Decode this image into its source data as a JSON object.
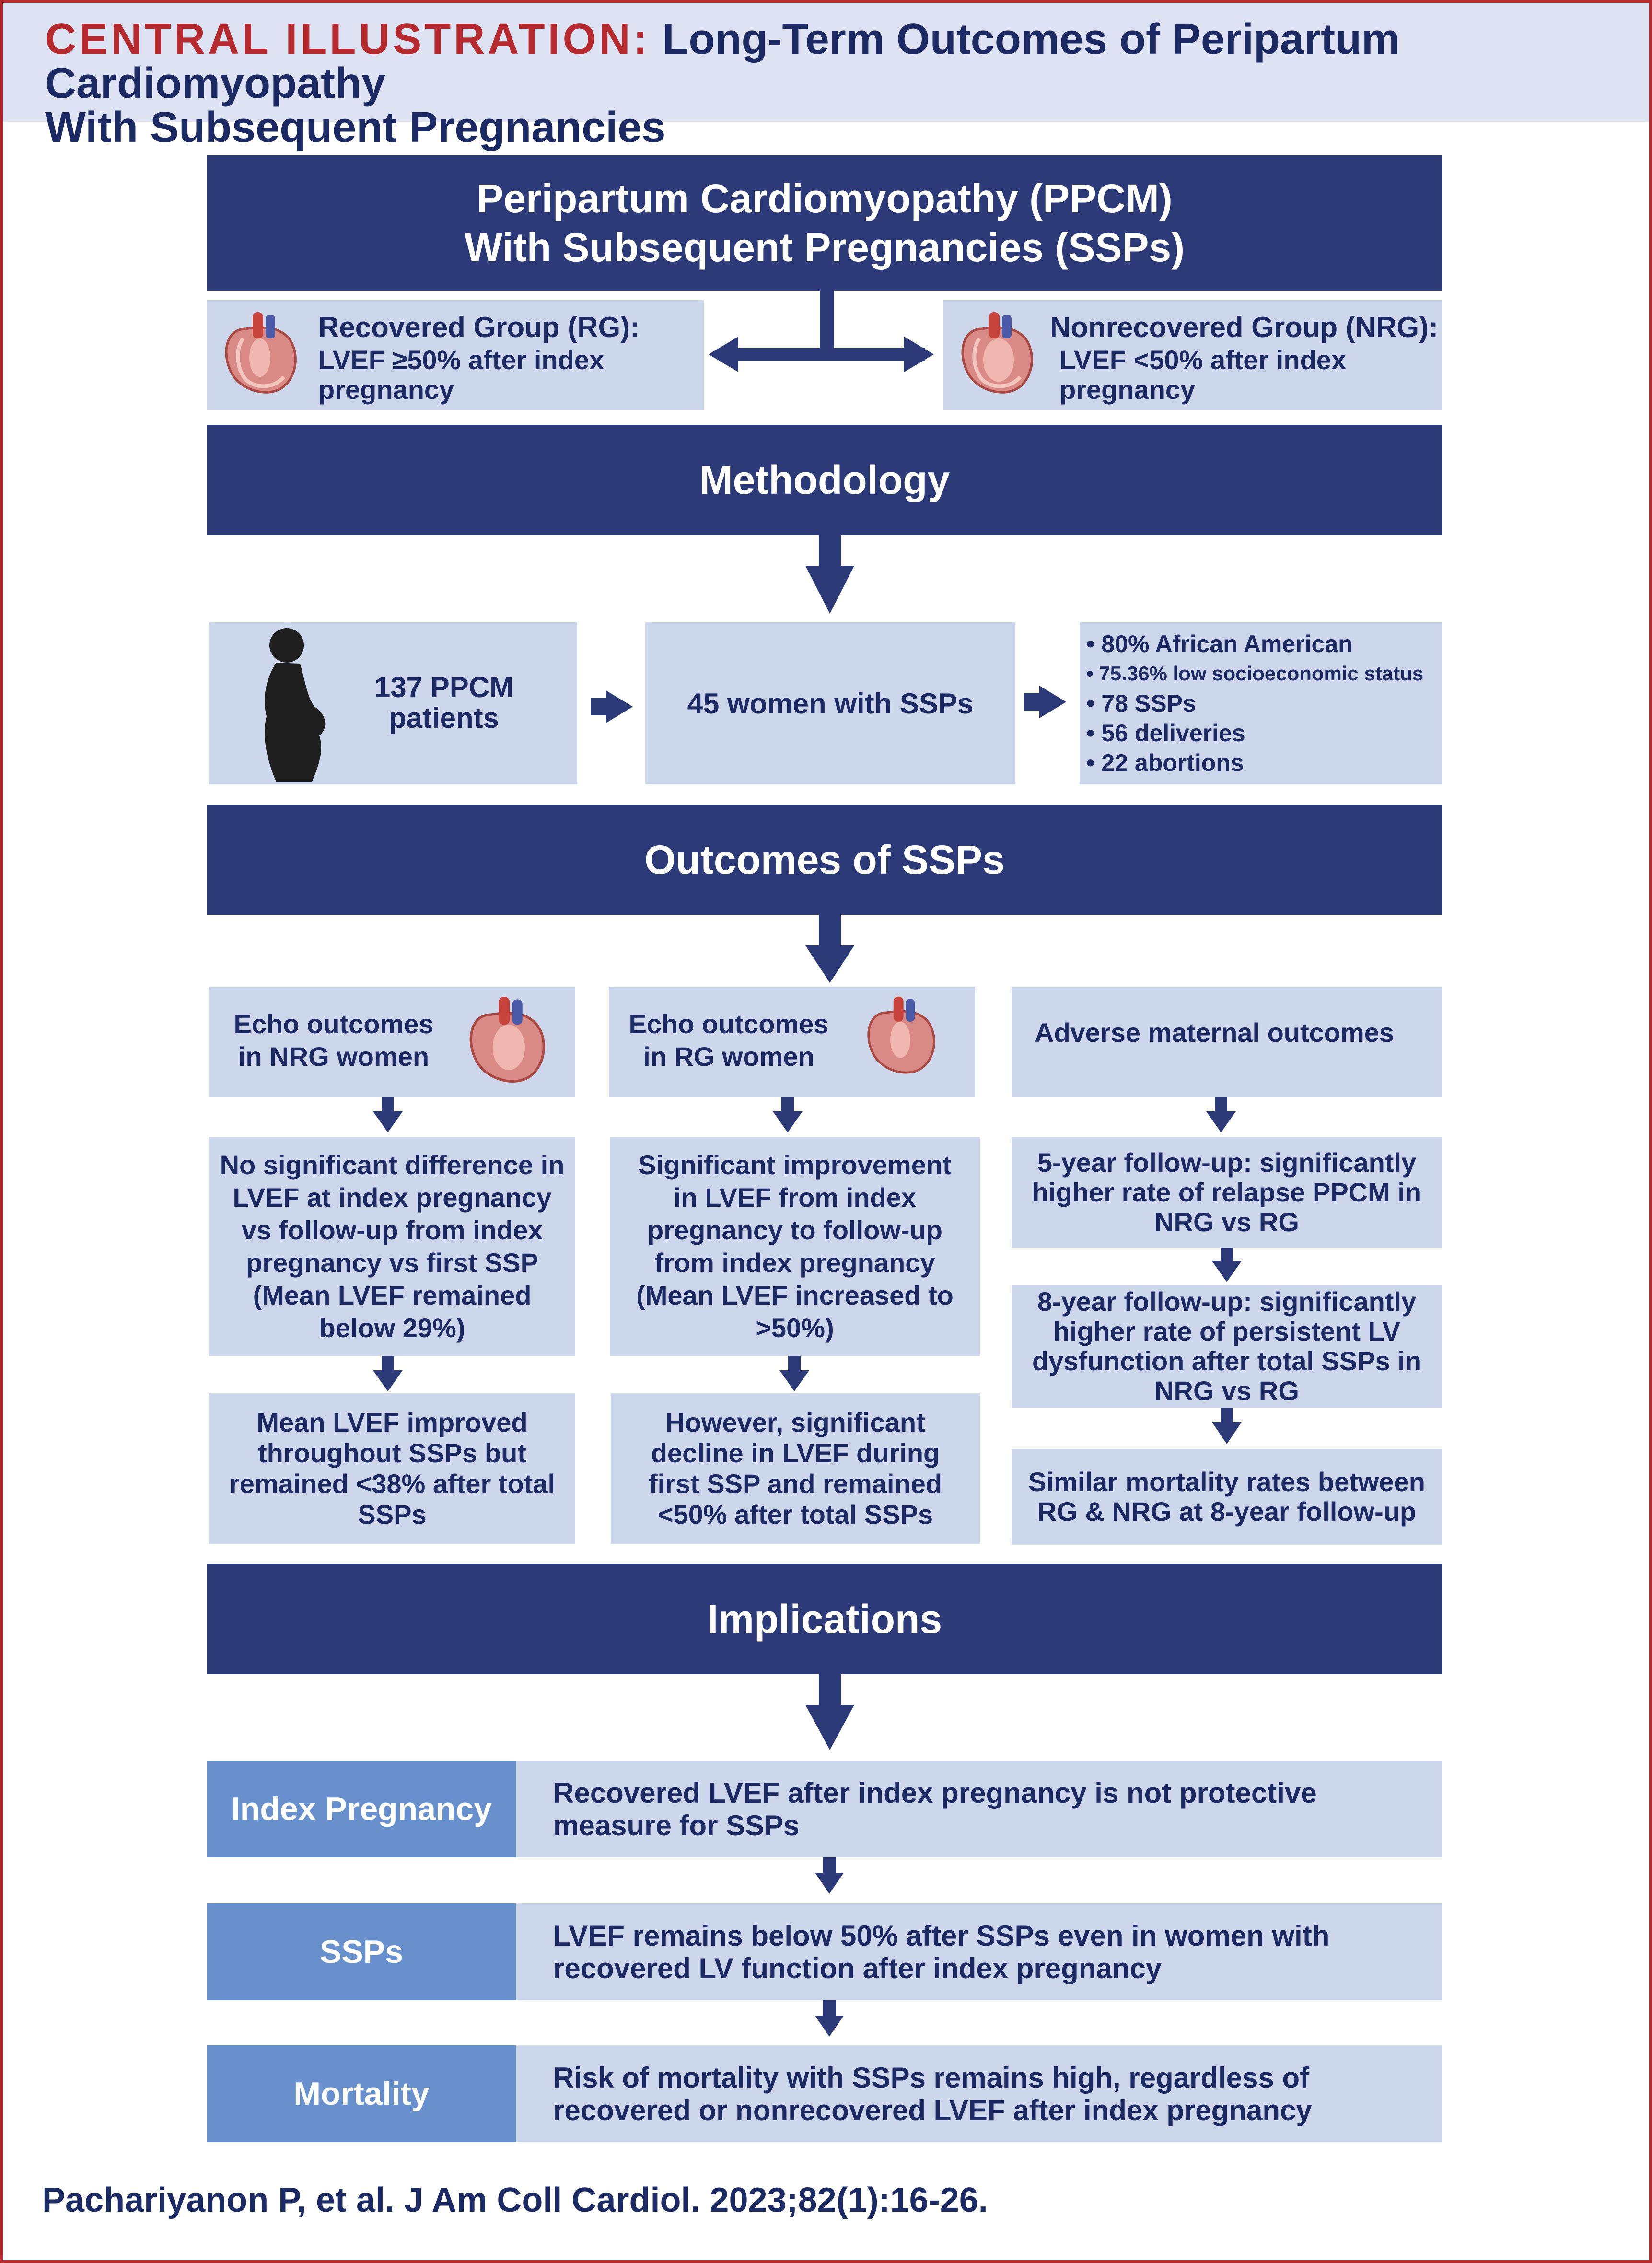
{
  "header": {
    "label": "CENTRAL ILLUSTRATION:",
    "title_line1": "Long-Term Outcomes of Peripartum Cardiomyopathy",
    "title_line2": "With Subsequent Pregnancies"
  },
  "top": {
    "title": "Peripartum Cardiomyopathy (PPCM) With Subsequent Pregnancies (SSPs)",
    "recovered": {
      "name": "Recovered Group (RG):",
      "desc": "LVEF ≥50% after index pregnancy"
    },
    "nonrecovered": {
      "name": "Nonrecovered Group (NRG):",
      "desc": "LVEF <50% after index pregnancy"
    }
  },
  "methodology": {
    "title": "Methodology",
    "patients": "137 PPCM patients",
    "women": "45 women with SSPs",
    "stats": [
      "80% African American",
      "75.36% low socioeconomic status",
      "78 SSPs",
      "56 deliveries",
      "22 abortions"
    ]
  },
  "outcomes": {
    "title": "Outcomes of SSPs",
    "col1": {
      "head": "Echo outcomes in NRG women",
      "box1": "No significant difference in LVEF at index pregnancy vs follow-up from index pregnancy vs first SSP (Mean LVEF remained below 29%)",
      "box2": "Mean LVEF improved throughout SSPs but remained <38% after total SSPs"
    },
    "col2": {
      "head": "Echo outcomes in RG women",
      "box1": "Significant improvement in LVEF from index pregnancy to follow-up from index pregnancy (Mean LVEF increased to >50%)",
      "box2": "However, significant decline in LVEF during first SSP and remained <50% after total SSPs"
    },
    "col3": {
      "head": "Adverse maternal outcomes",
      "box1": "5-year follow-up: significantly higher rate of relapse PPCM in NRG vs RG",
      "box2": "8-year follow-up: significantly higher rate of persistent LV dysfunction after total SSPs in NRG vs RG",
      "box3": "Similar mortality rates between RG & NRG at 8-year follow-up"
    }
  },
  "implications": {
    "title": "Implications",
    "rows": [
      {
        "label": "Index Pregnancy",
        "text": "Recovered LVEF after index pregnancy is not protective measure for SSPs"
      },
      {
        "label": "SSPs",
        "text": "LVEF remains below 50% after SSPs even in women with recovered LV function after index pregnancy"
      },
      {
        "label": "Mortality",
        "text": "Risk of mortality with SSPs remains high, regardless of recovered or nonrecovered LVEF after index pregnancy"
      }
    ]
  },
  "citation": "Pachariyanon P, et al. J Am Coll Cardiol. 2023;82(1):16-26.",
  "colors": {
    "navy": "#2c3a78",
    "light_blue": "#cdd7ec",
    "mid_blue": "#6790cc",
    "red": "#b52a2f",
    "header_bg": "#dde3f2"
  },
  "icons": [
    "heart-icon",
    "pregnant-woman-icon",
    "arrow-icon"
  ]
}
